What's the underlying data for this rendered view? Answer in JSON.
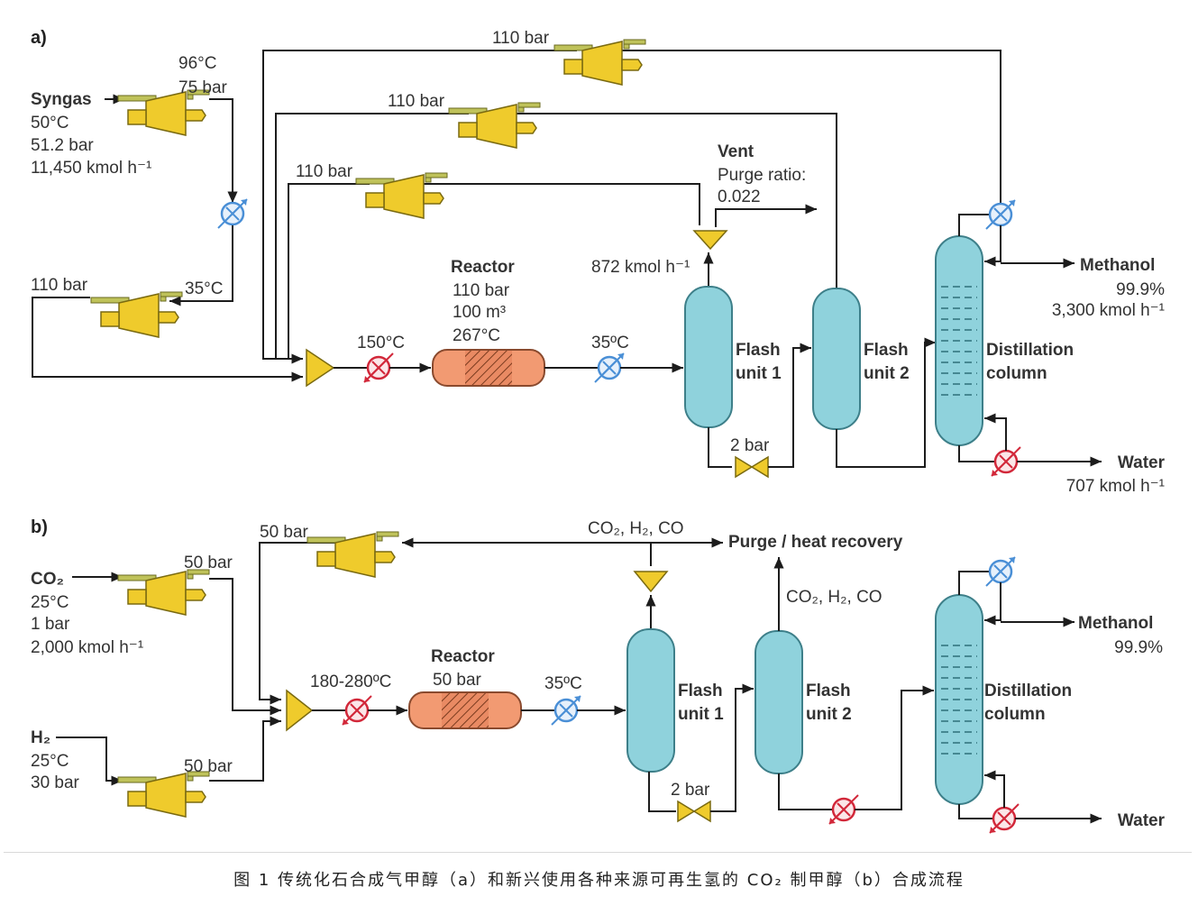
{
  "panel_a": {
    "label": "a)",
    "syngas": {
      "name": "Syngas",
      "temp": "50°C",
      "pressure": "51.2 bar",
      "flow": "11,450 kmol h⁻¹"
    },
    "comp1_out": {
      "temp": "96°C",
      "pressure": "75 bar"
    },
    "recycle_pressure_top": "110 bar",
    "recycle_pressure_mid": "110 bar",
    "recycle_pressure_low": "110 bar",
    "comp2": {
      "pressure": "110 bar",
      "temp": "35°C"
    },
    "preheat_temp": "150°C",
    "reactor": {
      "title": "Reactor",
      "pressure": "110 bar",
      "volume": "100 m³",
      "temp": "267°C"
    },
    "cool_temp": "35ºC",
    "vent": {
      "title": "Vent",
      "purge_label": "Purge ratio:",
      "purge_value": "0.022"
    },
    "vent_flow": "872 kmol h⁻¹",
    "flash1": [
      "Flash",
      "unit 1"
    ],
    "flash2": [
      "Flash",
      "unit 2"
    ],
    "valve_pressure": "2 bar",
    "column": [
      "Distillation",
      "column"
    ],
    "methanol": {
      "name": "Methanol",
      "purity": "99.9%",
      "flow": "3,300 kmol h⁻¹"
    },
    "water": {
      "name": "Water",
      "flow": "707 kmol h⁻¹"
    }
  },
  "panel_b": {
    "label": "b)",
    "co2": {
      "name": "CO₂",
      "temp": "25°C",
      "pressure": "1 bar",
      "flow": "2,000 kmol h⁻¹"
    },
    "co2_comp_pressure": "50 bar",
    "h2": {
      "name": "H₂",
      "temp": "25°C",
      "pressure": "30 bar"
    },
    "h2_comp_pressure": "50 bar",
    "recycle_pressure": "50 bar",
    "recycle_gases": "CO₂, H₂, CO",
    "purge": "Purge / heat recovery",
    "flash2_gases": "CO₂, H₂, CO",
    "preheat_temp": "180-280ºC",
    "reactor": {
      "title": "Reactor",
      "pressure": "50 bar"
    },
    "cool_temp": "35ºC",
    "flash1": [
      "Flash",
      "unit 1"
    ],
    "flash2": [
      "Flash",
      "unit 2"
    ],
    "valve_pressure": "2 bar",
    "column": [
      "Distillation",
      "column"
    ],
    "methanol": {
      "name": "Methanol",
      "purity": "99.9%"
    },
    "water": {
      "name": "Water"
    }
  },
  "caption": "图 1  传统化石合成气甲醇（a）和新兴使用各种来源可再生氢的 CO₂ 制甲醇（b）合成流程",
  "colors": {
    "compressor": "#efcb2c",
    "vessel": "#8fd2dc",
    "reactor": "#f29a72",
    "cooler": "#4a8fd6",
    "heater": "#d2283a"
  }
}
